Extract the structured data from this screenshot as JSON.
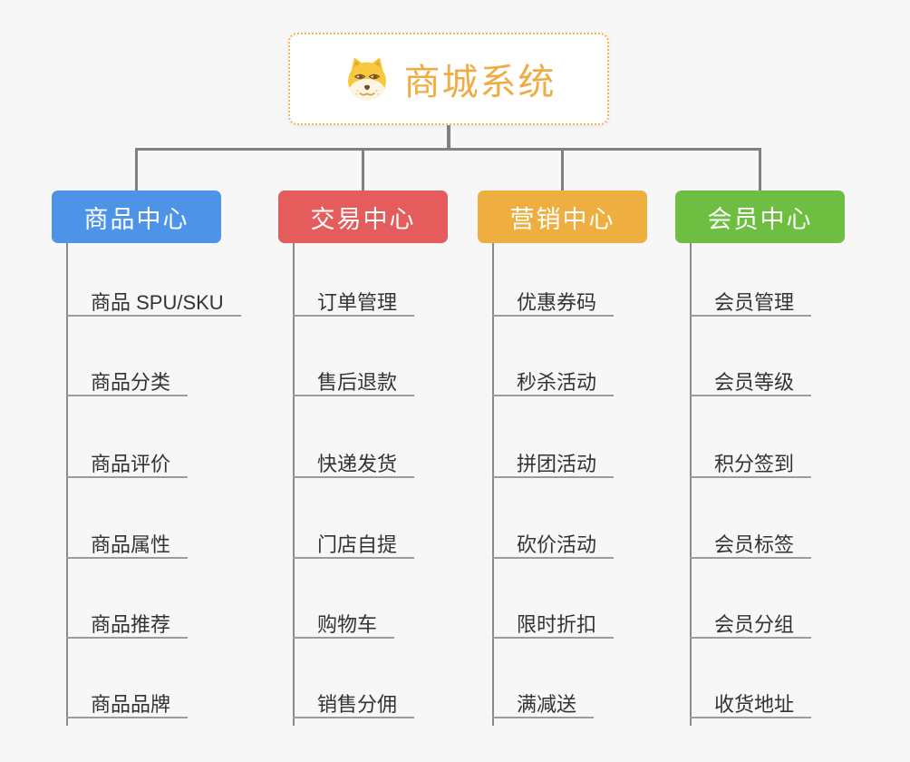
{
  "root": {
    "title": "商城系统",
    "icon": "dog-face-icon",
    "title_color": "#f0ac44",
    "border_color": "#f2b459"
  },
  "connector_color": "#808080",
  "branches": [
    {
      "label": "商品中心",
      "color": "#4d93e8",
      "children": [
        "商品 SPU/SKU",
        "商品分类",
        "商品评价",
        "商品属性",
        "商品推荐",
        "商品品牌"
      ]
    },
    {
      "label": "交易中心",
      "color": "#e45c5b",
      "children": [
        "订单管理",
        "售后退款",
        "快递发货",
        "门店自提",
        "购物车",
        "销售分佣"
      ]
    },
    {
      "label": "营销中心",
      "color": "#eeae40",
      "children": [
        "优惠券码",
        "秒杀活动",
        "拼团活动",
        "砍价活动",
        "限时折扣",
        "满减送"
      ]
    },
    {
      "label": "会员中心",
      "color": "#6ebe41",
      "children": [
        "会员管理",
        "会员等级",
        "积分签到",
        "会员标签",
        "会员分组",
        "收货地址"
      ]
    }
  ]
}
